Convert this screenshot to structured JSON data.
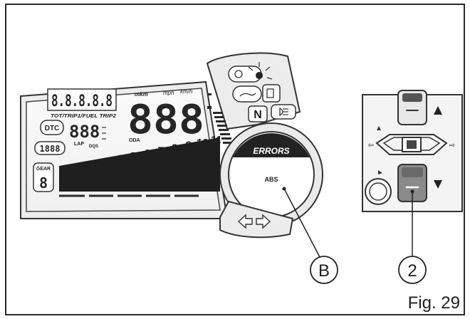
{
  "dashboard": {
    "odometer_digits": "8.8.8.8.8",
    "trip_labels": "TOT/TRIP1/FUEL TRIP2",
    "dtc_label": "DTC",
    "dtc_digits": "888",
    "lap_label": "LAP",
    "dqs_label": "DQS",
    "clock_digits": "1888",
    "gear_label": "GEAR",
    "gear_digit": "8",
    "speed_digits": "888",
    "unit_mkm": "mkm",
    "unit_mph": "mph",
    "unit_kmh": "km/h",
    "oda_label": "ODA",
    "rpm_scale": [
      "0",
      "1",
      "2",
      "3",
      "4",
      "5",
      "6",
      "7",
      "8",
      "9",
      "10",
      "11"
    ],
    "neutral_label": "N",
    "errors_label": "ERRORS",
    "abs_label": "ABS"
  },
  "callouts": {
    "display_callout": "B",
    "button_callout": "2"
  },
  "caption": "Fig. 29"
}
